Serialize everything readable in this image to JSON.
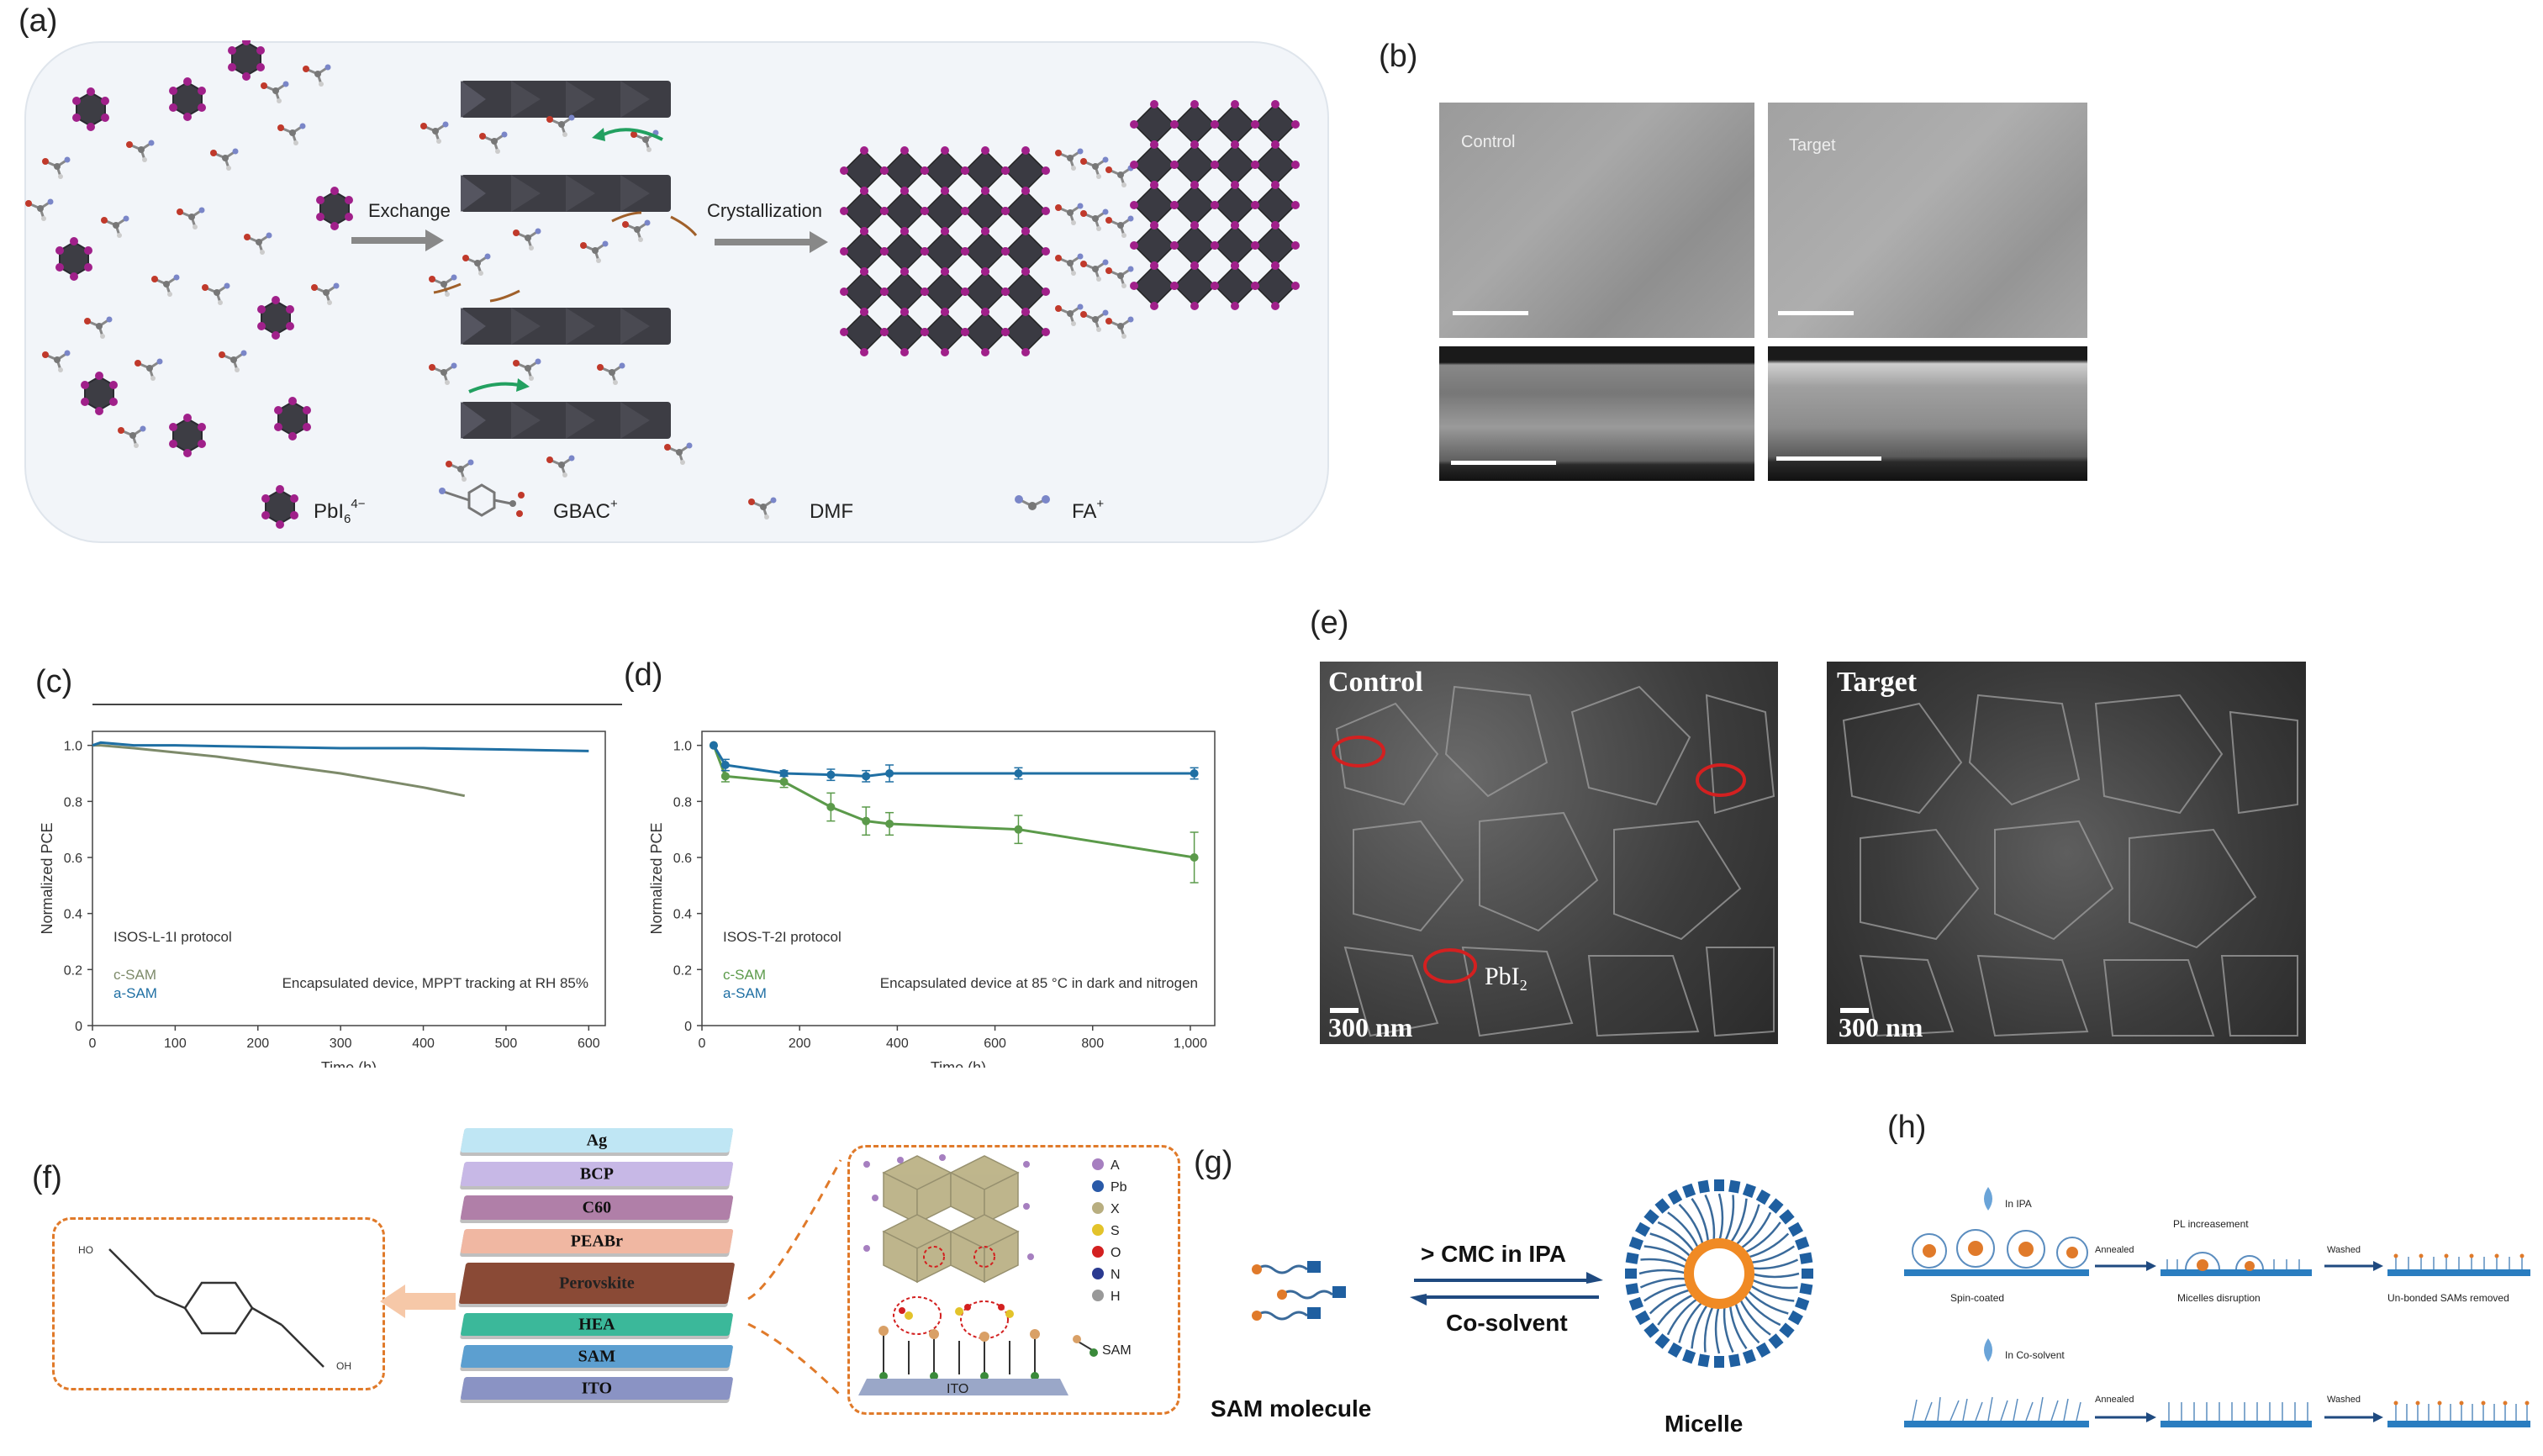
{
  "panels": {
    "a": {
      "label": "(a)",
      "exchange": "Exchange",
      "crystallization": "Crystallization",
      "legend": [
        {
          "text": "PbI",
          "sub": "6",
          "sup": "4−"
        },
        {
          "text": "GBAC",
          "sup": "+"
        },
        {
          "text": "DMF"
        },
        {
          "text": "FA",
          "sup": "+"
        }
      ]
    },
    "b": {
      "label": "(b)",
      "control": "Control",
      "target": "Target"
    },
    "c": {
      "label": "(c)"
    },
    "d": {
      "label": "(d)"
    },
    "e": {
      "label": "(e)",
      "control": "Control",
      "target": "Target",
      "pbi2": "PbI",
      "pbi2_sub": "2",
      "scale_left": "300 nm",
      "scale_right": "300 nm"
    },
    "f": {
      "label": "(f)",
      "stack": [
        "Ag",
        "BCP",
        "C60",
        "PEABr",
        "Perovskite",
        "HEA",
        "SAM",
        "ITO"
      ],
      "legend": [
        "A",
        "Pb",
        "X",
        "S",
        "O",
        "N",
        "H"
      ],
      "sam": "SAM",
      "ito": "ITO",
      "mol_left": "HO",
      "mol_right": "OH"
    },
    "g": {
      "label": "(g)",
      "top": "> CMC in IPA",
      "bottom": "Co-solvent",
      "sam_molecule": "SAM molecule",
      "micelle": "Micelle"
    },
    "h": {
      "label": "(h)",
      "in_ipa": "In IPA",
      "in_cosolvent": "In Co-solvent",
      "annealed1": "Annealed",
      "annealed2": "Annealed",
      "washed1": "Washed",
      "washed2": "Washed",
      "pl": "PL increasement",
      "spin": "Spin-coated",
      "disrupt": "Micelles disruption",
      "unbonded": "Un-bonded SAMs removed"
    }
  },
  "chart_data": [
    {
      "type": "line",
      "panel": "c",
      "xlabel": "Time (h)",
      "ylabel": "Normalized PCE",
      "xlim": [
        0,
        620
      ],
      "ylim": [
        0,
        1.05
      ],
      "xticks": [
        0,
        100,
        200,
        300,
        400,
        500,
        600
      ],
      "yticks": [
        0,
        0.2,
        0.4,
        0.6,
        0.8,
        1.0
      ],
      "ytick_labels": [
        "0",
        "0.2",
        "0.4",
        "0.6",
        "0.8",
        "1.0"
      ],
      "protocol": "ISOS-L-1I protocol",
      "annotation": "Encapsulated device, MPPT tracking at RH 85%",
      "series": [
        {
          "name": "c-SAM",
          "color": "#7d8a6a",
          "x": [
            0,
            10,
            50,
            100,
            150,
            200,
            250,
            300,
            350,
            400,
            450
          ],
          "y": [
            1.0,
            1.0,
            0.99,
            0.975,
            0.96,
            0.94,
            0.92,
            0.9,
            0.875,
            0.85,
            0.82
          ]
        },
        {
          "name": "a-SAM",
          "color": "#1f6fa3",
          "x": [
            0,
            10,
            50,
            100,
            200,
            300,
            400,
            500,
            600
          ],
          "y": [
            1.0,
            1.01,
            1.0,
            1.0,
            0.995,
            0.99,
            0.99,
            0.985,
            0.98
          ]
        }
      ]
    },
    {
      "type": "line",
      "panel": "d",
      "xlabel": "Time (h)",
      "ylabel": "Normalized PCE",
      "xlim": [
        0,
        1050
      ],
      "ylim": [
        0,
        1.05
      ],
      "xticks": [
        0,
        200,
        400,
        600,
        800,
        1000
      ],
      "xtick_labels": [
        "0",
        "200",
        "400",
        "600",
        "800",
        "1,000"
      ],
      "yticks": [
        0,
        0.2,
        0.4,
        0.6,
        0.8,
        1.0
      ],
      "ytick_labels": [
        "0",
        "0.2",
        "0.4",
        "0.6",
        "0.8",
        "1.0"
      ],
      "protocol": "ISOS-T-2I protocol",
      "annotation": "Encapsulated device at 85 °C in dark and nitrogen",
      "series": [
        {
          "name": "c-SAM",
          "color": "#5b9a4a",
          "x": [
            24,
            48,
            168,
            264,
            336,
            384,
            648,
            1008
          ],
          "y": [
            1.0,
            0.89,
            0.87,
            0.78,
            0.73,
            0.72,
            0.7,
            0.6
          ],
          "err": [
            0,
            0.02,
            0.02,
            0.05,
            0.05,
            0.04,
            0.05,
            0.09
          ]
        },
        {
          "name": "a-SAM",
          "color": "#1f6fa3",
          "x": [
            24,
            48,
            168,
            264,
            336,
            384,
            648,
            1008
          ],
          "y": [
            1.0,
            0.93,
            0.9,
            0.895,
            0.89,
            0.9,
            0.9,
            0.9
          ],
          "err": [
            0,
            0.02,
            0.01,
            0.02,
            0.02,
            0.03,
            0.02,
            0.02
          ]
        }
      ]
    }
  ]
}
